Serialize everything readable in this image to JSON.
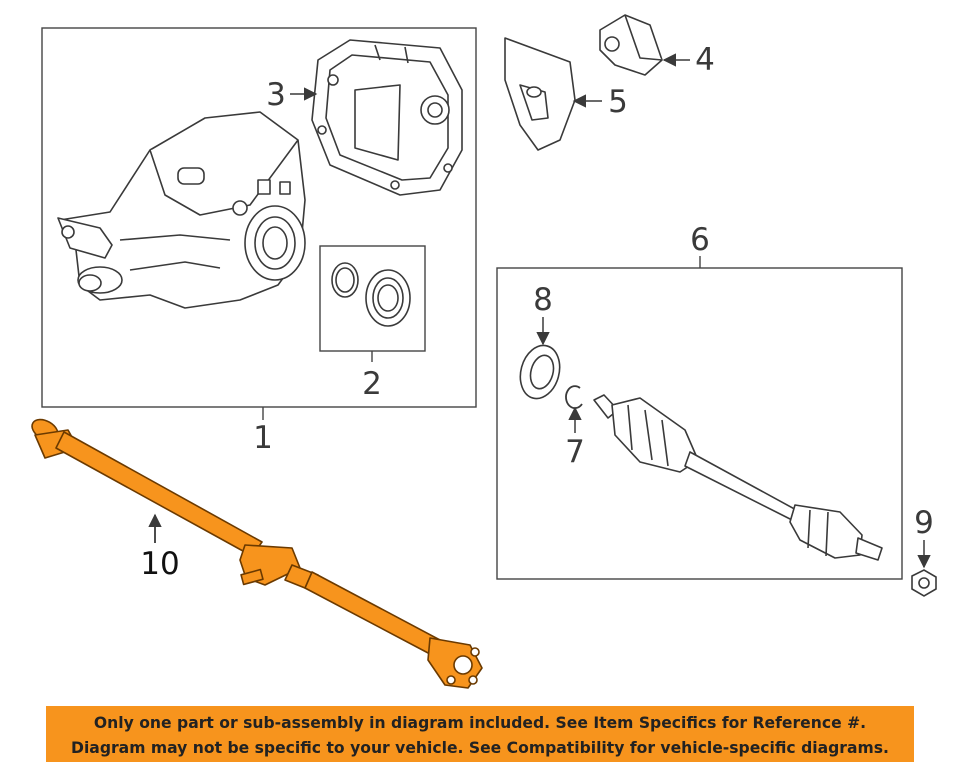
{
  "callouts": {
    "c1": "1",
    "c2": "2",
    "c3": "3",
    "c4": "4",
    "c5": "5",
    "c6": "6",
    "c7": "7",
    "c8": "8",
    "c9": "9",
    "c10": "10"
  },
  "banner": {
    "line1": "Only one part or sub-assembly in diagram included. See Item Specifics for Reference #.",
    "line2": "Diagram may not be specific to your vehicle. See Compatibility for vehicle-specific diagrams."
  },
  "colors": {
    "highlight_part": "#f7941d",
    "banner_bg": "#f7941d",
    "line_art": "#3a3a3a"
  },
  "icons": {
    "differential": "rear-differential-illustration",
    "cover": "differential-cover-illustration",
    "mount": "mount-bushing-illustration",
    "bracket": "mount-bracket-illustration",
    "seals": "seal-kit-illustration",
    "axle": "axle-shaft-illustration",
    "circlip": "circlip-illustration",
    "seal": "seal-ring-illustration",
    "nut": "axle-nut-illustration",
    "driveshaft": "drive-shaft-illustration"
  }
}
